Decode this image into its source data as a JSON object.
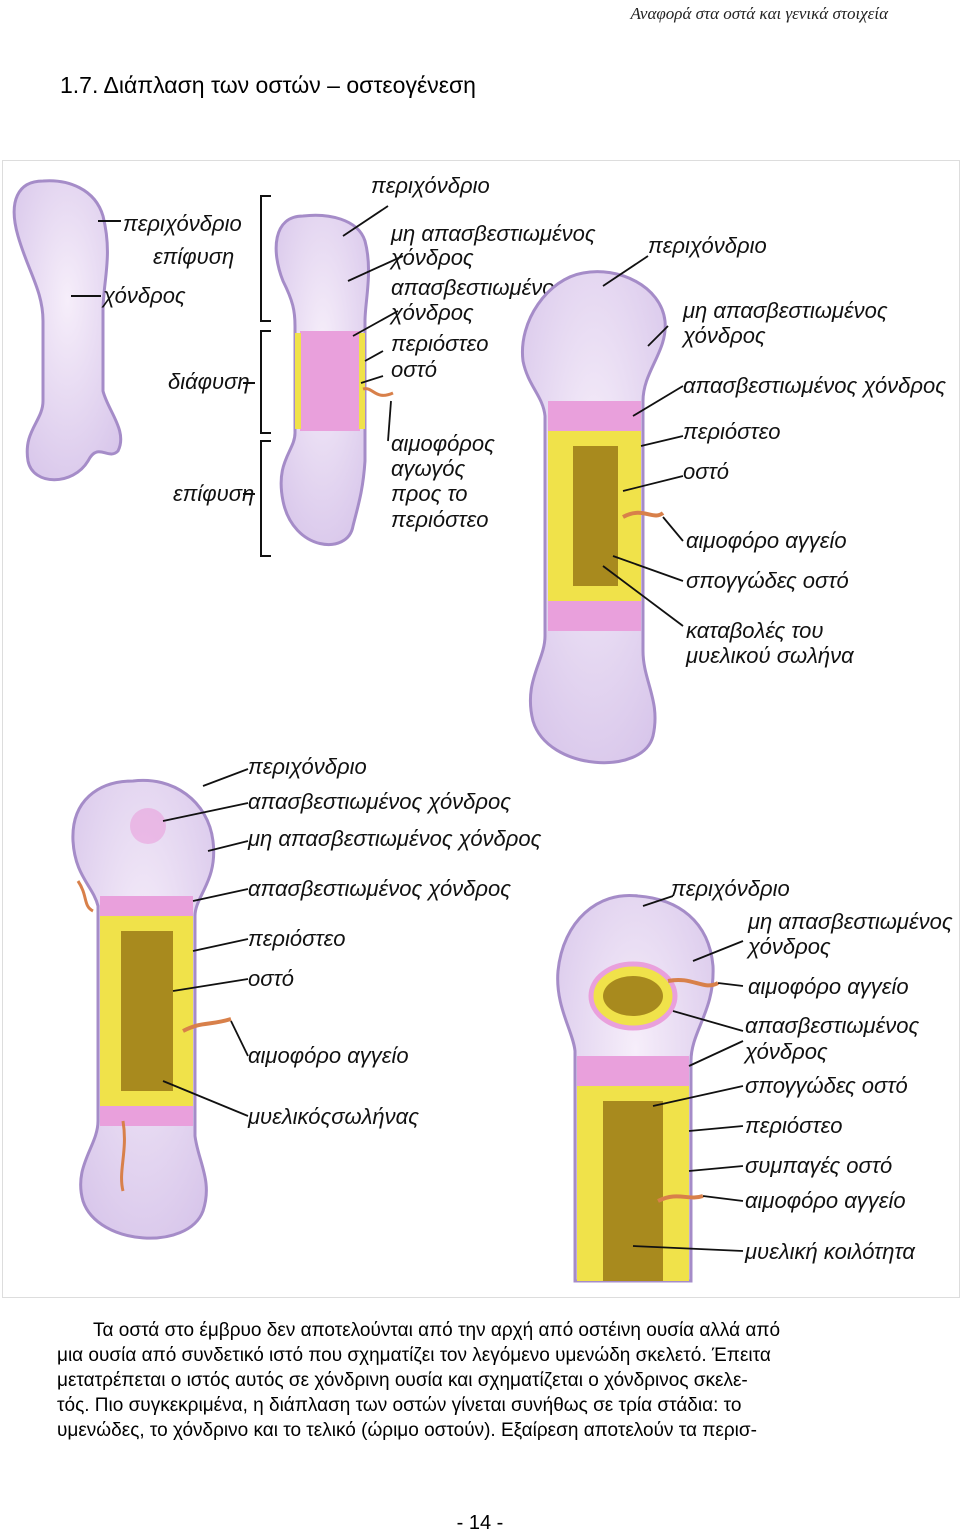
{
  "header": {
    "running_title": "Αναφορά στα οστά και γενικά στοιχεία"
  },
  "section": {
    "title": "1.7. Διάπλαση των οστών – οστεογένεση"
  },
  "figure": {
    "stage1": {
      "perichondrio": "περιχόνδριο",
      "epifysi_top": "επίφυση",
      "chondros": "χόνδρος",
      "diafysi": "διάφυση",
      "epifysi_bottom": "επίφυση"
    },
    "stage2": {
      "perichondrio": "περιχόνδριο",
      "mi_apasv_1": "μη απασβεστιωμένος",
      "mi_apasv_2": "χόνδρος",
      "apasv_1": "απασβεστιωμένος",
      "apasv_2": "χόνδρος",
      "periosteo": "περιόστεο",
      "osto": "οστό",
      "aimoforos_1": "αιμοφόρος",
      "aimoforos_2": "αγωγός",
      "aimoforos_3": "προς το",
      "aimoforos_4": "περιόστεο"
    },
    "stage3": {
      "perichondrio": "περιχόνδριο",
      "mi_apasv_1": "μη απασβεστιωμένος",
      "mi_apasv_2": "χόνδρος",
      "apasv": "απασβεστιωμένος χόνδρος",
      "periosteo": "περιόστεο",
      "osto": "οστό",
      "aimoforo": "αιμοφόρο αγγείο",
      "spongodes": "σπογγώδες οστό",
      "katavoles_1": "καταβολές του",
      "katavoles_2": "μυελικού σωλήνα"
    },
    "stage4": {
      "perichondrio": "περιχόνδριο",
      "apasv_1": "απασβεστιωμένος χόνδρος",
      "mi_apasv": "μη απασβεστιωμένος χόνδρος",
      "apasv_2": "απασβεστιωμένος χόνδρος",
      "periosteo": "περιόστεο",
      "osto": "οστό",
      "aimoforo": "αιμοφόρο αγγείο",
      "myelikos": "μυελικόςσωλήνας"
    },
    "stage5": {
      "perichondrio": "περιχόνδριο",
      "mi_apasv_1": "μη απασβεστιωμένος",
      "mi_apasv_2": "χόνδρος",
      "aimoforo_1": "αιμοφόρο αγγείο",
      "apasv_1": "απασβεστιωμένος",
      "apasv_2": "χόνδρος",
      "spongodes": "σπογγώδες οστό",
      "periosteo": "περιόστεο",
      "sympages": "συμπαγές οστό",
      "aimoforo_2": "αιμοφόρο αγγείο",
      "myeliki": "μυελική κοιλότητα"
    }
  },
  "body": {
    "line1": "Τα οστά στο έμβρυο δεν αποτελούνται από την αρχή από οστέινη ουσία αλλά από",
    "line2": "μια ουσία από συνδετικό ιστό που σχηματίζει τον λεγόμενο υμενώδη σκελετό. Έπειτα",
    "line3": "μετατρέπεται ο ιστός αυτός σε χόνδρινη ουσία και σχηματίζεται ο χόνδρινος σκελε-",
    "line4": "τός. Πιο συγκεκριμένα, η διάπλαση των οστών γίνεται συνήθως σε τρία στάδια: το",
    "line5": "υμενώδες, το χόνδρινο και το τελικό (ώριμο οστούν). Εξαίρεση αποτελούν τα περισ-"
  },
  "footer": {
    "page_number": "- 14 -"
  },
  "colors": {
    "cartilage": "#e6d8f0",
    "cartilage_edge": "#a58cc8",
    "calcified": "#e9a0dc",
    "bone": "#f0e24a",
    "spongy": "#a88a1e",
    "vessel": "#d8804a"
  }
}
